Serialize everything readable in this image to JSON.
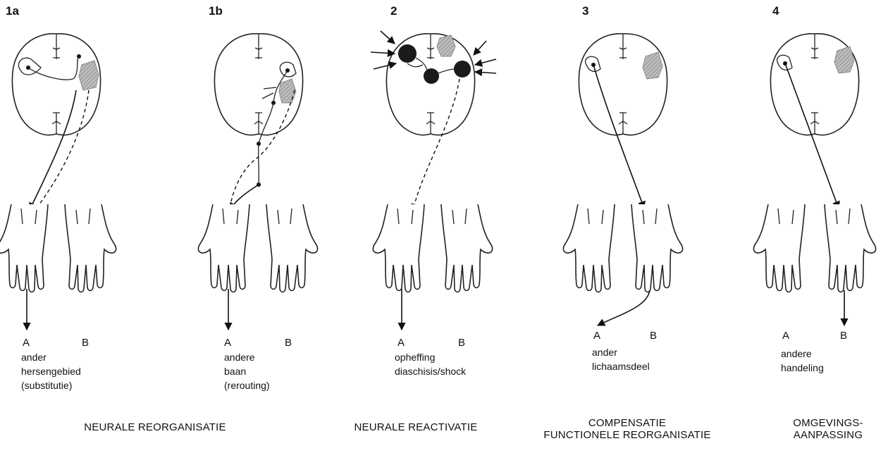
{
  "panels": [
    {
      "id": "1a",
      "label": "1a",
      "a": "A",
      "b": "B",
      "desc": [
        "ander",
        "hersengebied",
        "(substitutie)"
      ]
    },
    {
      "id": "1b",
      "label": "1b",
      "a": "A",
      "b": "B",
      "desc": [
        "andere",
        "baan",
        "(rerouting)"
      ]
    },
    {
      "id": "2",
      "label": "2",
      "a": "A",
      "b": "B",
      "desc": [
        "opheffing",
        "diaschisis/shock"
      ]
    },
    {
      "id": "3",
      "label": "3",
      "a": "A",
      "b": "B",
      "desc": [
        "ander",
        "lichaamsdeel"
      ]
    },
    {
      "id": "4",
      "label": "4",
      "a": "A",
      "b": "B",
      "desc": [
        "andere",
        "handeling"
      ]
    }
  ],
  "captions": {
    "reorganisatie": "NEURALE REORGANISATIE",
    "reactivatie": "NEURALE REACTIVATIE",
    "compensatie_1": "COMPENSATIE",
    "compensatie_2": "FUNCTIONELE REORGANISATIE",
    "omgeving_1": "OMGEVINGS-",
    "omgeving_2": "AANPASSING"
  },
  "icons": [
    "brain-top-view-icon",
    "hand-icon",
    "lesion-icon",
    "neuron-icon",
    "arrow-icon"
  ]
}
